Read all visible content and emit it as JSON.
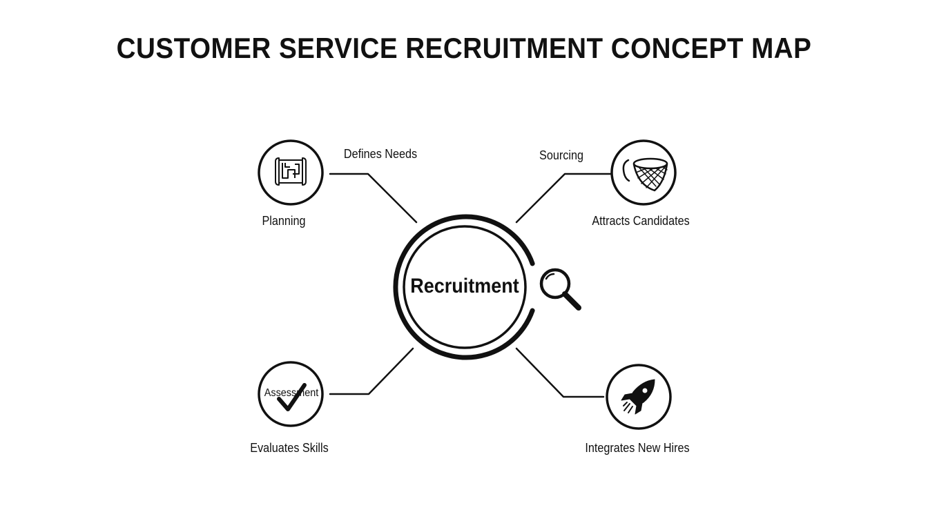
{
  "title": "CUSTOMER SERVICE RECRUITMENT CONCEPT MAP",
  "center": {
    "label": "Recruitment",
    "icon": "magnifying-glass-icon"
  },
  "nodes": [
    {
      "id": "planning",
      "icon": "blueprint-icon",
      "name_label": "Planning",
      "link_label": "Defines Needs"
    },
    {
      "id": "sourcing",
      "icon": "fishing-net-icon",
      "name_label": "Attracts Candidates",
      "link_label": "Sourcing"
    },
    {
      "id": "assessment",
      "icon": "checkmark-icon",
      "inner_label": "Assessment",
      "name_label": "Evaluates Skills"
    },
    {
      "id": "onboarding",
      "icon": "rocket-icon",
      "name_label": "Integrates New Hires"
    }
  ],
  "colors": {
    "ink": "#111111",
    "background": "#ffffff"
  }
}
